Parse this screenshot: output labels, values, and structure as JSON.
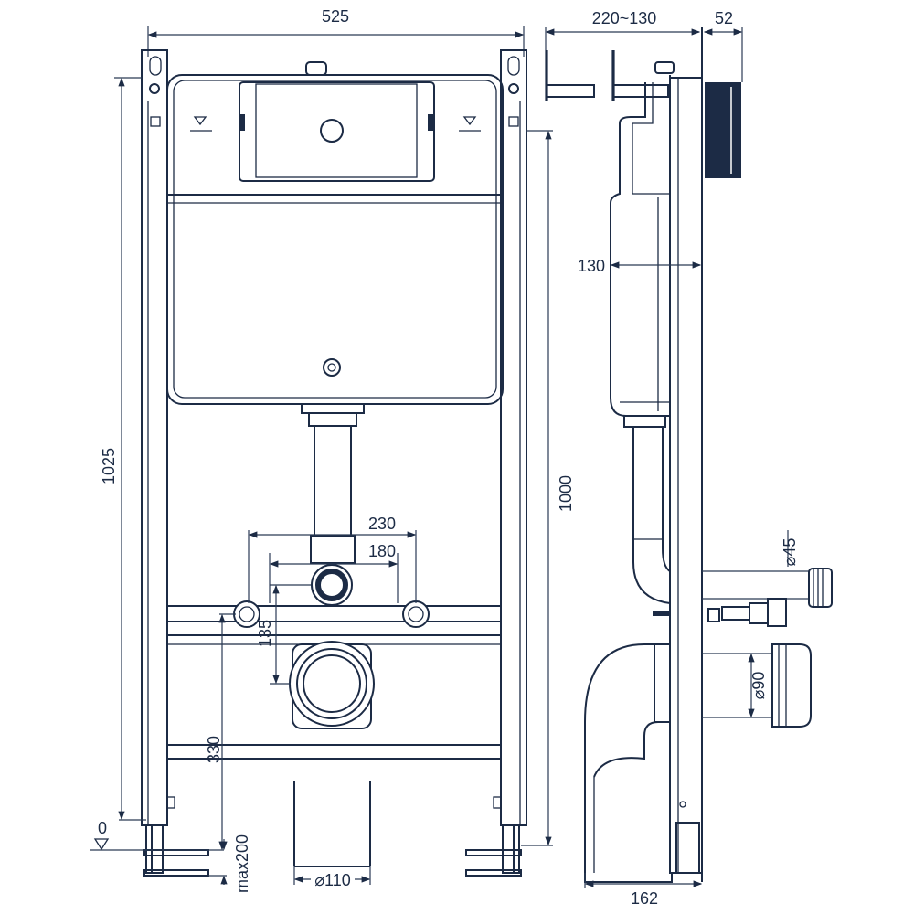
{
  "title": "Concealed WC frame dimension drawing",
  "front_view": {
    "width_label": "525",
    "height_frame_label": "1025",
    "height_total_label": "1000",
    "inlet_spacing_outer_label": "230",
    "inlet_spacing_inner_label": "180",
    "flush_to_waste_label": "135",
    "waste_height_label": "330",
    "floor_level_label": "0",
    "foot_adjust_label": "max200",
    "waste_pipe_label": "⌀110"
  },
  "side_view": {
    "bracket_depth_label": "220~130",
    "pad_depth_label": "52",
    "cistern_depth_label": "130",
    "flush_pipe_label": "⌀45",
    "waste_bend_label": "⌀90",
    "base_depth_label": "162"
  }
}
